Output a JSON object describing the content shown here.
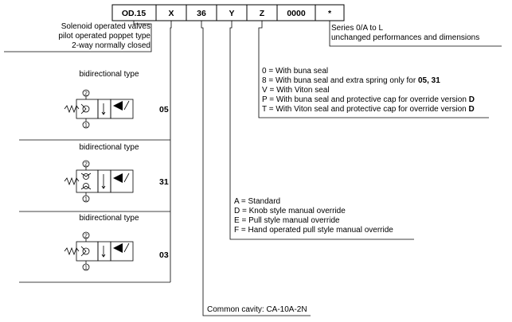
{
  "code_boxes": [
    "OD.15",
    "X",
    "36",
    "Y",
    "Z",
    "0000",
    "*"
  ],
  "description_lines": [
    "Solenoid operated valves",
    "pilot operated poppet type",
    "2-way normally closed"
  ],
  "series_lines": [
    "Series 0/A to L",
    "unchanged performances and dimensions"
  ],
  "seal_options": [
    {
      "text": "0 = With buna seal",
      "bold": ""
    },
    {
      "text": "8 = With buna seal and extra spring only for ",
      "bold": "05, 31"
    },
    {
      "text": "V = With Viton seal",
      "bold": ""
    },
    {
      "text": "P = With buna seal and protective cap for override version ",
      "bold": "D"
    },
    {
      "text": "T = With Viton seal and protective cap for override version ",
      "bold": "D"
    }
  ],
  "override_options": [
    "A = Standard",
    "D = Knob style manual override",
    "E = Pull style manual override",
    "F = Hand operated pull style manual override"
  ],
  "cavity_text": "Common cavity: CA-10A-2N",
  "variants": [
    {
      "label": "bidirectional type",
      "code": "05",
      "port_top": "2",
      "port_bottom": "1",
      "element": "single-check"
    },
    {
      "label": "bidirectional type",
      "code": "31",
      "port_top": "2",
      "port_bottom": "1",
      "element": "double-check"
    },
    {
      "label": "bidirectional type",
      "code": "03",
      "port_top": "2",
      "port_bottom": "1",
      "element": "single-check"
    }
  ]
}
